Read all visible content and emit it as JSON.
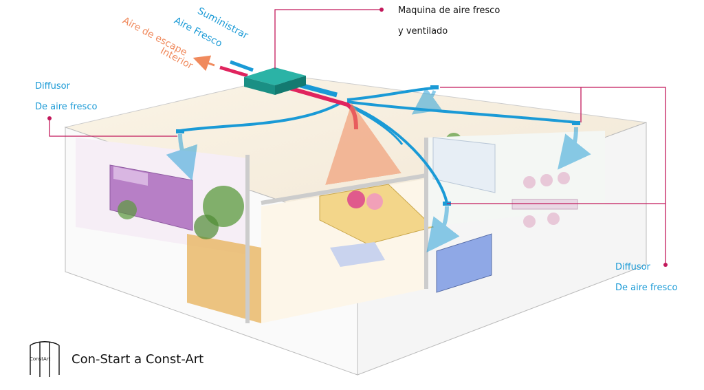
{
  "labels": {
    "machine_line1": "Maquina de aire fresco",
    "machine_line2": "y ventilado",
    "supply_line1": "Suministrar",
    "supply_line2": "Aire Fresco",
    "exhaust_line1": "Aire de escape",
    "exhaust_line2": "Interior",
    "diffuser_left_line1": "Diffusor",
    "diffuser_left_line2": "De aire fresco",
    "diffuser_right_line1": "Diffusor",
    "diffuser_right_line2": "De aire fresco"
  },
  "brand": {
    "logo_text": "ConstArt",
    "name": "Con-Start a  Const-Art"
  },
  "colors": {
    "supply": "#1a9ad6",
    "exhaust": "#e0245e",
    "exhaust_label": "#f08a5d",
    "unit": "#1aa69a",
    "leader": "#c2185b"
  }
}
